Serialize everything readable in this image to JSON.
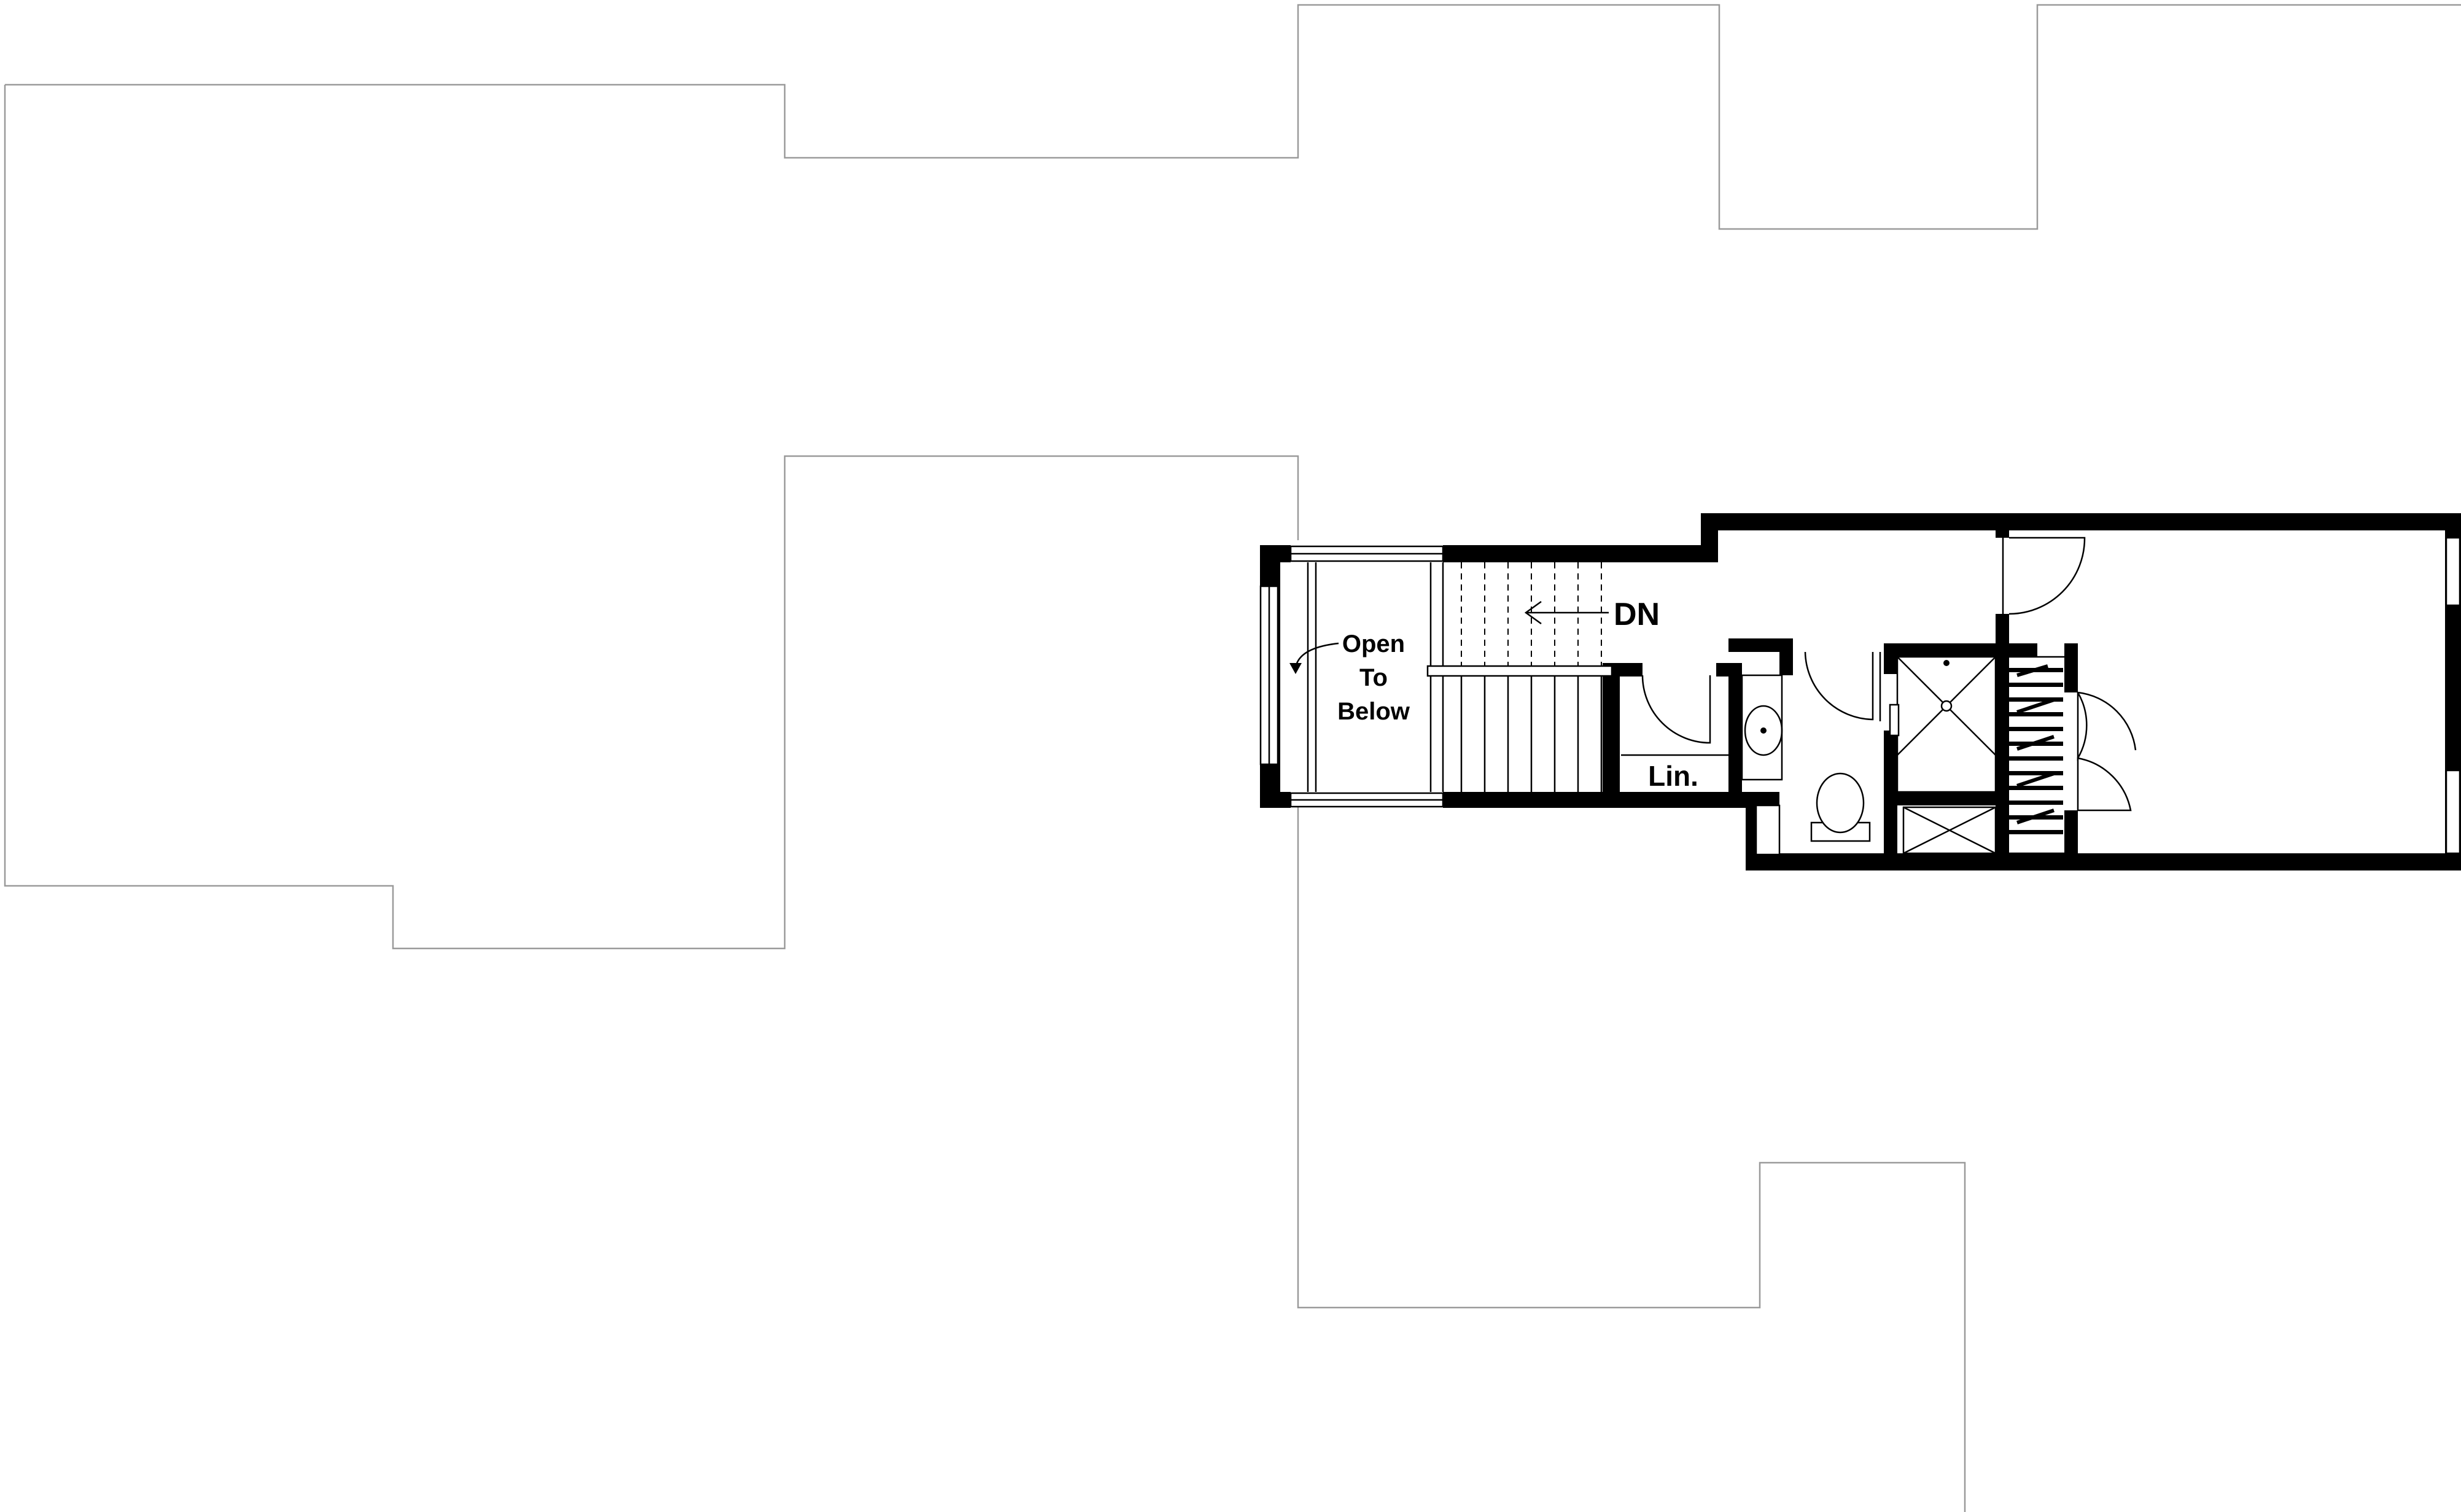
{
  "plan": {
    "labels": {
      "down": "DN",
      "open_line1": "Open",
      "open_line2": "To",
      "open_line3": "Below",
      "linen": "Lin."
    }
  }
}
